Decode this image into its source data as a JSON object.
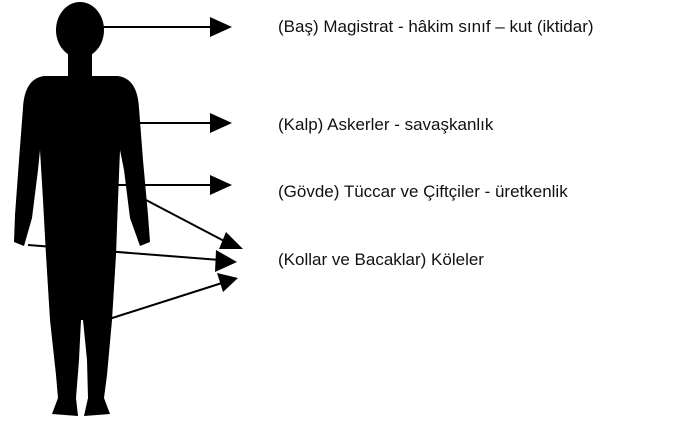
{
  "labels": {
    "head": "(Baş) Magistrat - hâkim sınıf – kut (iktidar)",
    "heart": "(Kalp) Askerler - savaşkanlık",
    "torso": "(Gövde) Tüccar ve Çiftçiler - üretkenlik",
    "limbs": "(Kollar ve Bacaklar) Köleler"
  },
  "colors": {
    "figure": "#000000",
    "arrow": "#000000",
    "text": "#111111",
    "background": "#ffffff"
  }
}
